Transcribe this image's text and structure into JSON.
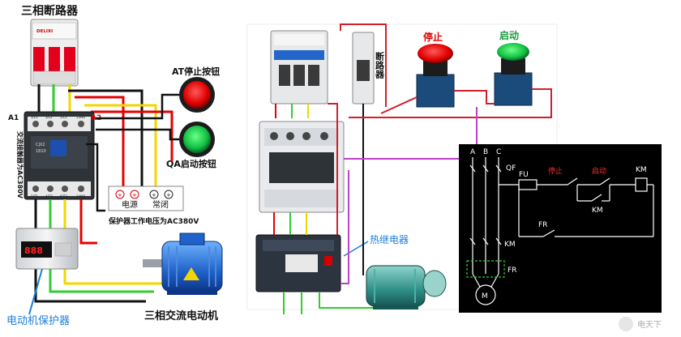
{
  "left_panel": {
    "breaker_title": "三相断路器",
    "breaker_brand": "DELIXI",
    "at_stop_label": "AT停止按钮",
    "qa_start_label": "QA启动按钮",
    "contactor_side_label": "交流接触器为AC380V",
    "a1_label": "A1",
    "a2_label": "A2",
    "contactor_model": "CJX2",
    "contactor_code": "1810",
    "terminal_top": [
      "1/L1",
      "3/L2",
      "5/L3",
      "13NO"
    ],
    "terminal_bottom": [
      "2/T1",
      "4/T2",
      "6/T3",
      "14NO"
    ],
    "power_label": "电源",
    "normal_closed_label": "常闭",
    "protector_voltage_note": "保护器工作电压为AC380V",
    "protector_display": "888",
    "motor_protector_label": "电动机保护器",
    "motor_label": "三相交流电动机"
  },
  "right_panel": {
    "breaker_label": "断路器",
    "stop_label": "停止",
    "start_label": "启动",
    "thermal_relay_label": "热继电器",
    "schematic": {
      "phases": [
        "A",
        "B",
        "C"
      ],
      "qf": "QF",
      "fu": "FU",
      "stop": "停止",
      "start": "启动",
      "km_coil": "KM",
      "km_aux": "KM",
      "fr_contact": "FR",
      "km_main": "KM",
      "fr_element": "FR",
      "motor": "M"
    }
  },
  "watermark": "电天下",
  "colors": {
    "red": "#e60000",
    "green": "#33cc33",
    "yellow": "#f2d600",
    "black": "#111111",
    "purple": "#c040c8",
    "blue_label": "#1a7fd9",
    "schematic_bg": "#000000",
    "schematic_red": "#ff2a2a",
    "schematic_white": "#ffffff"
  }
}
